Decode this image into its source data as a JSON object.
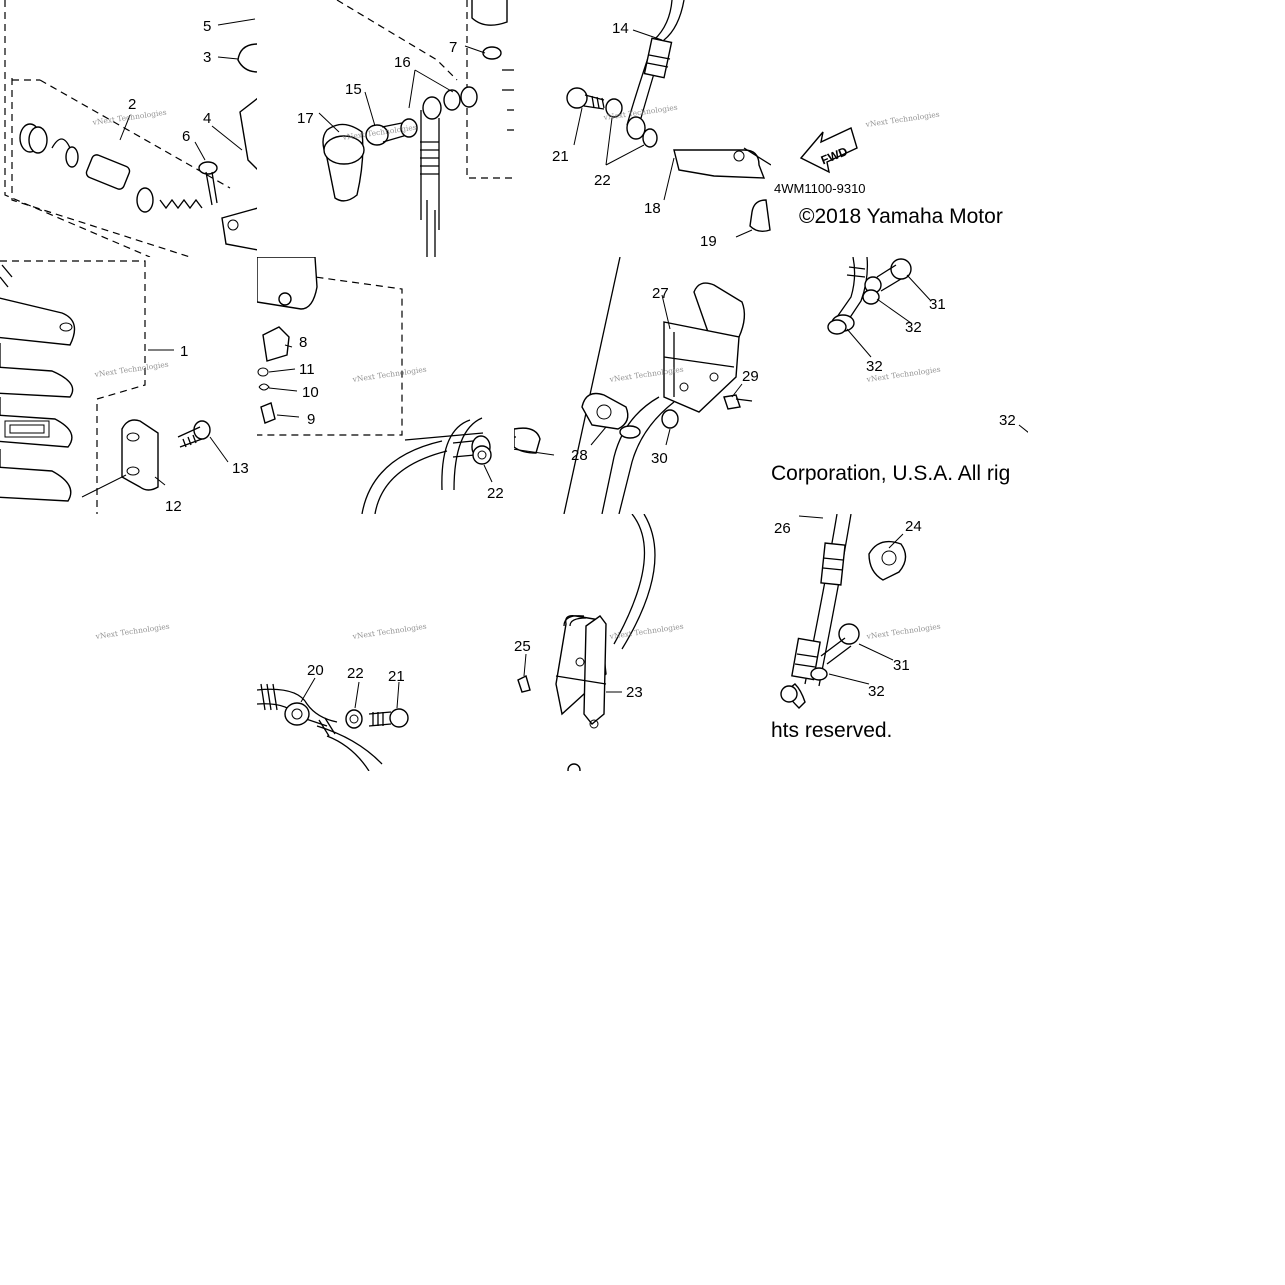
{
  "diagram": {
    "part_code": "4WM1100-9310",
    "fwd_label": "FWD",
    "watermark": "vNext Technologies",
    "copyright_1": "©2018 Yamaha Motor",
    "copyright_2": "Corporation, U.S.A. All rig",
    "copyright_3": "hts reserved."
  },
  "callouts": {
    "c1": "1",
    "c2": "2",
    "c3": "3",
    "c4": "4",
    "c5": "5",
    "c6": "6",
    "c7": "7",
    "c8": "8",
    "c9": "9",
    "c10": "10",
    "c11": "11",
    "c12": "12",
    "c13": "13",
    "c14": "14",
    "c15": "15",
    "c16": "16",
    "c17": "17",
    "c18": "18",
    "c19": "19",
    "c20": "20",
    "c21": "21",
    "c21b": "21",
    "c22": "22",
    "c22b": "22",
    "c22c": "22",
    "c23": "23",
    "c24": "24",
    "c25": "25",
    "c26": "26",
    "c27": "27",
    "c28": "28",
    "c29": "29",
    "c30": "30",
    "c31": "31",
    "c31b": "31",
    "c32": "32",
    "c32b": "32",
    "c32c": "32",
    "c32d": "32"
  }
}
